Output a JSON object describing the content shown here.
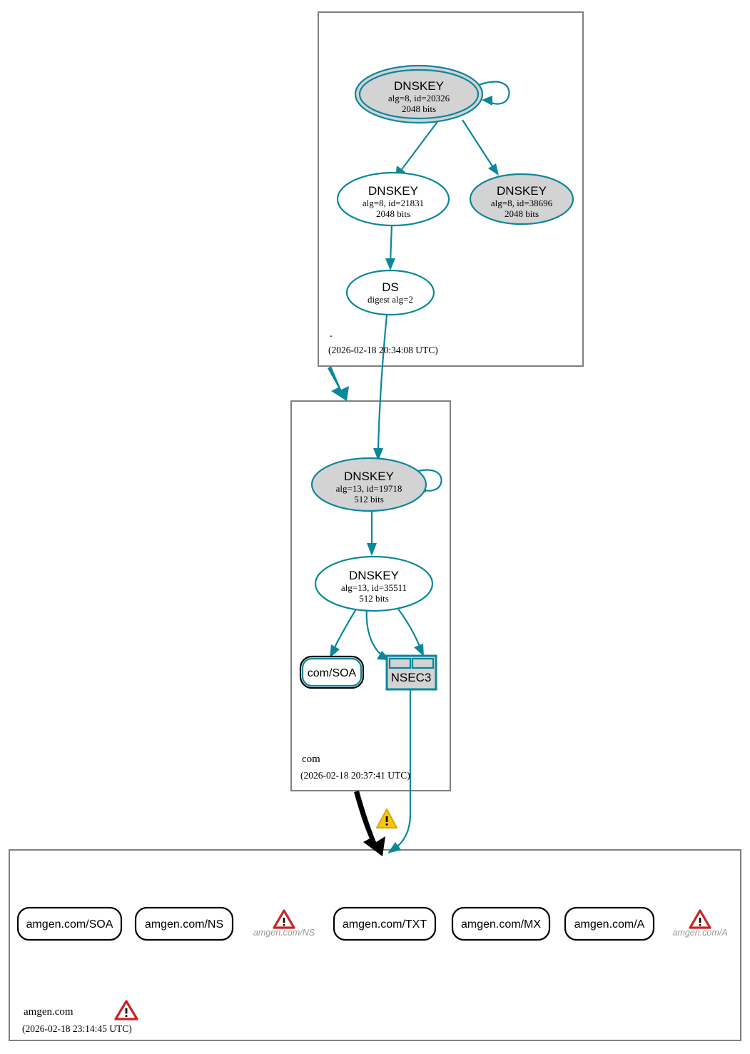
{
  "diagram": {
    "type": "dnssec-authentication-chain",
    "colors": {
      "teal": "#0a879b",
      "sep_fill": "#d3d3d3",
      "zone_border": "#808080",
      "warn_red": "#cc2222",
      "warn_yellow": "#f5c518",
      "warn_label_gray": "#999999"
    }
  },
  "zones": [
    {
      "id": "root",
      "name": ".",
      "timestamp": "(2026-02-18 20:34:08 UTC)",
      "nodes": [
        {
          "id": "dnskey-20326",
          "kind": "DNSKEY",
          "title": "DNSKEY",
          "line2": "alg=8, id=20326",
          "line3": "2048 bits",
          "sep": true,
          "double_border": true
        },
        {
          "id": "dnskey-21831",
          "kind": "DNSKEY",
          "title": "DNSKEY",
          "line2": "alg=8, id=21831",
          "line3": "2048 bits",
          "sep": false,
          "double_border": false
        },
        {
          "id": "dnskey-38696",
          "kind": "DNSKEY",
          "title": "DNSKEY",
          "line2": "alg=8, id=38696",
          "line3": "2048 bits",
          "sep": true,
          "double_border": false
        },
        {
          "id": "ds-root",
          "kind": "DS",
          "title": "DS",
          "line2": "digest alg=2",
          "line3": "",
          "sep": false,
          "double_border": false
        }
      ]
    },
    {
      "id": "com",
      "name": "com",
      "timestamp": "(2026-02-18 20:37:41 UTC)",
      "nodes": [
        {
          "id": "dnskey-19718",
          "kind": "DNSKEY",
          "title": "DNSKEY",
          "line2": "alg=13, id=19718",
          "line3": "512 bits",
          "sep": true,
          "double_border": false
        },
        {
          "id": "dnskey-35511",
          "kind": "DNSKEY",
          "title": "DNSKEY",
          "line2": "alg=13, id=35511",
          "line3": "512 bits",
          "sep": false,
          "double_border": false
        },
        {
          "id": "com-soa",
          "kind": "RRSET",
          "title": "com/SOA",
          "line2": "",
          "line3": "",
          "sep": false,
          "double_border": false
        },
        {
          "id": "nsec3-com",
          "kind": "NSEC3",
          "title": "NSEC3",
          "line2": "",
          "line3": "",
          "sep": true,
          "double_border": false
        }
      ]
    },
    {
      "id": "amgen-com",
      "name": "amgen.com",
      "timestamp": "(2026-02-18 23:14:45 UTC)",
      "has_warning": true,
      "nodes": [
        {
          "id": "amgen-soa",
          "kind": "RRSET",
          "title": "amgen.com/SOA"
        },
        {
          "id": "amgen-ns",
          "kind": "RRSET",
          "title": "amgen.com/NS"
        },
        {
          "id": "amgen-txt",
          "kind": "RRSET",
          "title": "amgen.com/TXT"
        },
        {
          "id": "amgen-mx",
          "kind": "RRSET",
          "title": "amgen.com/MX"
        },
        {
          "id": "amgen-a",
          "kind": "RRSET",
          "title": "amgen.com/A"
        }
      ],
      "warnings": [
        {
          "id": "warn-amgen-ns",
          "label": "amgen.com/NS",
          "severity": "error",
          "icon": "warning-triangle-icon"
        },
        {
          "id": "warn-amgen-a",
          "label": "amgen.com/A",
          "severity": "error",
          "icon": "warning-triangle-icon"
        }
      ]
    }
  ],
  "edges": [
    {
      "id": "e-20326-self",
      "from": "dnskey-20326",
      "to": "dnskey-20326",
      "style": "self-loop",
      "color": "teal"
    },
    {
      "id": "e-20326-21831",
      "from": "dnskey-20326",
      "to": "dnskey-21831",
      "style": "solid",
      "color": "teal"
    },
    {
      "id": "e-20326-38696",
      "from": "dnskey-20326",
      "to": "dnskey-38696",
      "style": "solid",
      "color": "teal"
    },
    {
      "id": "e-21831-ds",
      "from": "dnskey-21831",
      "to": "ds-root",
      "style": "solid",
      "color": "teal"
    },
    {
      "id": "e-ds-19718",
      "from": "ds-root",
      "to": "dnskey-19718",
      "style": "solid",
      "color": "teal"
    },
    {
      "id": "e-root-com-zone",
      "from": "root",
      "to": "com",
      "style": "thick-arrow",
      "color": "teal"
    },
    {
      "id": "e-19718-self",
      "from": "dnskey-19718",
      "to": "dnskey-19718",
      "style": "self-loop",
      "color": "teal"
    },
    {
      "id": "e-19718-35511",
      "from": "dnskey-19718",
      "to": "dnskey-35511",
      "style": "solid",
      "color": "teal"
    },
    {
      "id": "e-35511-comsoa",
      "from": "dnskey-35511",
      "to": "com-soa",
      "style": "solid",
      "color": "teal"
    },
    {
      "id": "e-35511-nsec3-l",
      "from": "dnskey-35511",
      "to": "nsec3-com",
      "style": "solid",
      "color": "teal"
    },
    {
      "id": "e-35511-nsec3-r",
      "from": "dnskey-35511",
      "to": "nsec3-com",
      "style": "solid",
      "color": "teal"
    },
    {
      "id": "e-nsec3-amgen",
      "from": "nsec3-com",
      "to": "amgen-com",
      "style": "solid",
      "color": "teal"
    },
    {
      "id": "e-com-amgen-zone",
      "from": "com",
      "to": "amgen-com",
      "style": "thick-arrow",
      "color": "black",
      "warning": "insecure-delegation"
    }
  ]
}
